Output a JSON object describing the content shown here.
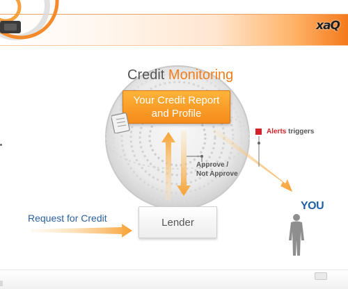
{
  "header": {
    "logo_text": "xaQ",
    "accent_color": "#f47a1c"
  },
  "diagram": {
    "title_prefix": "Credit",
    "title_accent": "Monitoring",
    "report_box": "Your Credit Report and Profile",
    "lender": "Lender",
    "approve_line1": "Approve /",
    "approve_line2": "Not Approve",
    "alerts_keyword": "Alerts",
    "alerts_rest": " triggers",
    "request": "Request for Credit",
    "you": "YOU",
    "colors": {
      "orange": "#f58b1a",
      "blue": "#2b5f9e",
      "alert_red": "#d4222a"
    }
  }
}
